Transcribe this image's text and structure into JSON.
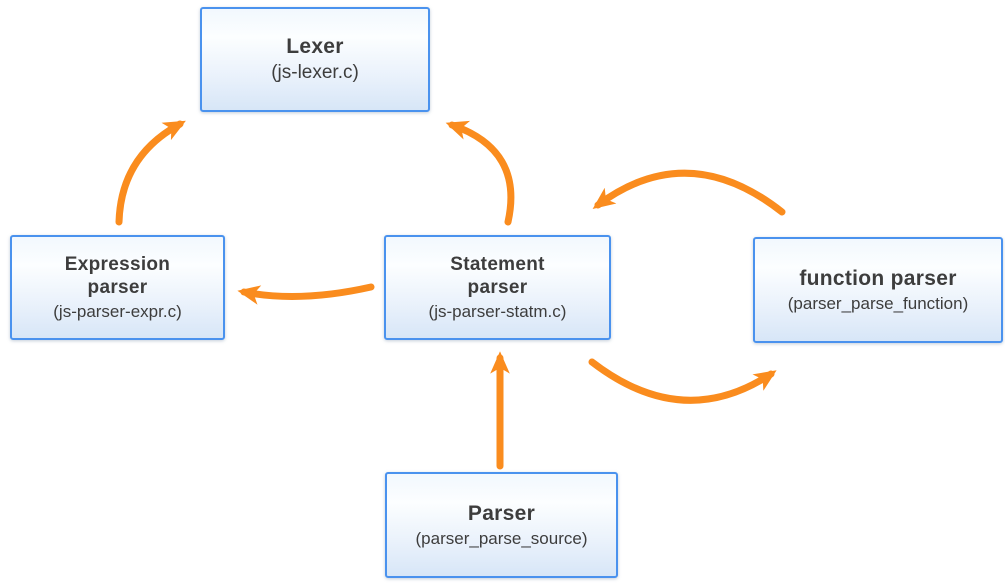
{
  "diagram": {
    "type": "flow-diagram",
    "nodes": [
      {
        "id": "lexer",
        "title": "Lexer",
        "subtitle": "(js-lexer.c)"
      },
      {
        "id": "expression-parser",
        "title": "Expression\nparser",
        "subtitle": "(js-parser-expr.c)"
      },
      {
        "id": "statement-parser",
        "title": "Statement\nparser",
        "subtitle": "(js-parser-statm.c)"
      },
      {
        "id": "function-parser",
        "title": "function parser",
        "subtitle": "(parser_parse_function)"
      },
      {
        "id": "parser",
        "title": "Parser",
        "subtitle": "(parser_parse_source)"
      }
    ],
    "edges": [
      {
        "from": "expression-parser",
        "to": "lexer",
        "style": "curved"
      },
      {
        "from": "statement-parser",
        "to": "lexer",
        "style": "curved"
      },
      {
        "from": "statement-parser",
        "to": "expression-parser",
        "style": "curved"
      },
      {
        "from": "function-parser",
        "to": "statement-parser",
        "style": "curved"
      },
      {
        "from": "statement-parser",
        "to": "function-parser",
        "style": "curved"
      },
      {
        "from": "parser",
        "to": "statement-parser",
        "style": "straight"
      }
    ],
    "colors": {
      "arrow": "#FA8C1E",
      "node_border": "#4A92EE",
      "node_fill_bottom": "#D7E6F7",
      "text": "#3D3D3D",
      "background": "#FFFFFF"
    }
  }
}
